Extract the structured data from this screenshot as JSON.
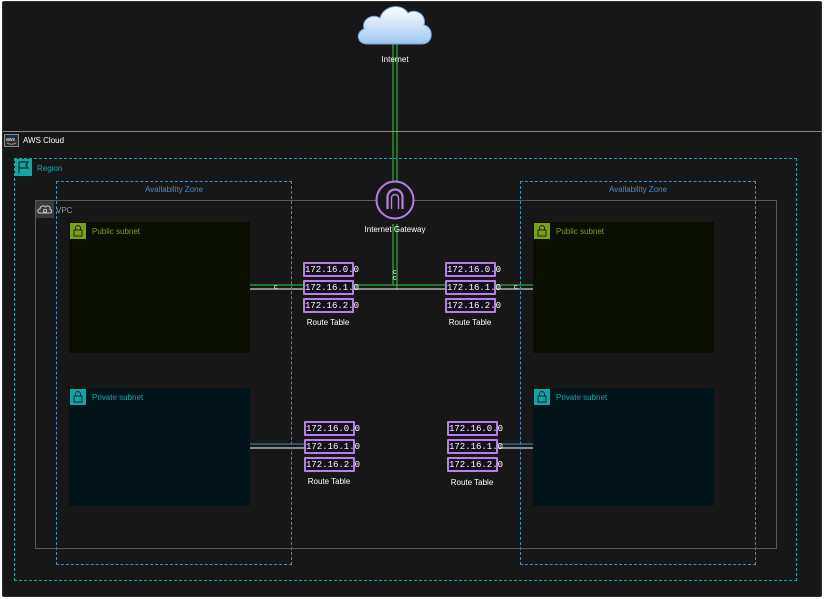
{
  "internet": {
    "label": "Internet",
    "icon": "cloud-icon"
  },
  "aws_cloud": {
    "label": "AWS Cloud",
    "icon": "aws-logo-icon"
  },
  "region": {
    "label": "Region",
    "icon": "flag-icon",
    "color": "#11a6a6"
  },
  "vpc": {
    "label": "VPC",
    "icon": "vpc-cloud-icon"
  },
  "igw": {
    "label": "Internet Gateway",
    "icon": "internet-gateway-icon",
    "color": "#b57fe6"
  },
  "zones": [
    {
      "label": "Availability Zone"
    },
    {
      "label": "Availability Zone"
    }
  ],
  "subnets": {
    "public_left": {
      "label": "Public subnet",
      "icon": "lock-icon",
      "color": "#7aa116"
    },
    "public_right": {
      "label": "Public subnet",
      "icon": "lock-icon",
      "color": "#7aa116"
    },
    "private_left": {
      "label": "Private subnet",
      "icon": "lock-icon",
      "color": "#11a6a6"
    },
    "private_right": {
      "label": "Private subnet",
      "icon": "lock-icon",
      "color": "#11a6a6"
    }
  },
  "route_tables": [
    {
      "label": "Route Table",
      "rows": [
        "172.16.0.0",
        "172.16.1.0",
        "172.16.2.0"
      ]
    },
    {
      "label": "Route Table",
      "rows": [
        "172.16.0.0",
        "172.16.1.0",
        "172.16.2.0"
      ]
    },
    {
      "label": "Route Table",
      "rows": [
        "172.16.0.0",
        "172.16.1.0",
        "172.16.2.0"
      ]
    },
    {
      "label": "Route Table",
      "rows": [
        "172.16.0.0",
        "172.16.1.0",
        "172.16.2.0"
      ]
    }
  ],
  "connector_marker": "c"
}
